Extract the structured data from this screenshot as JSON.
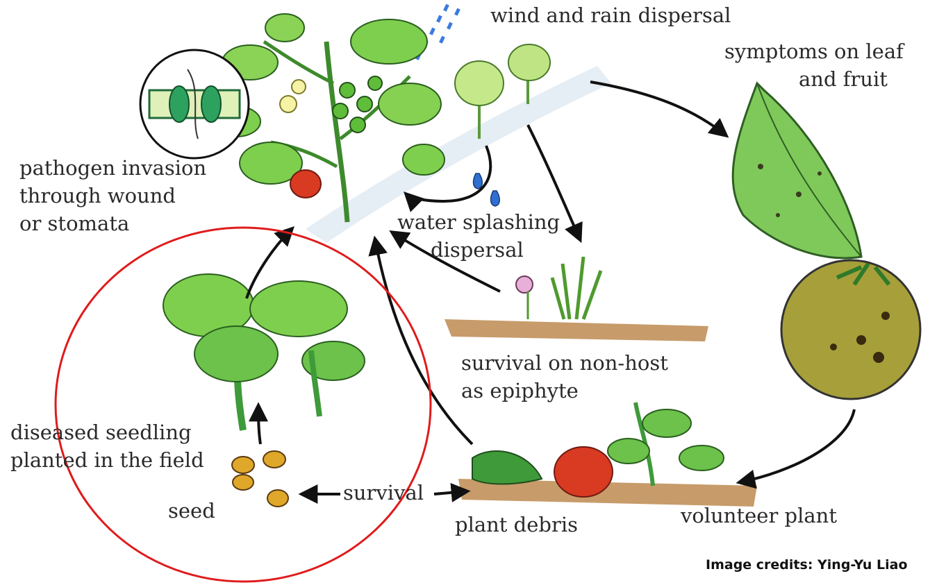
{
  "labels": {
    "wind_rain": "wind and rain dispersal",
    "symptoms_1": "symptoms on leaf",
    "symptoms_2": "and fruit",
    "pathogen_1": "pathogen invasion",
    "pathogen_2": "through wound",
    "pathogen_3": "or stomata",
    "water_1": "water splashing",
    "water_2": "dispersal",
    "nonhost_1": "survival on non-host",
    "nonhost_2": "as epiphyte",
    "seedling_1": "diseased seedling",
    "seedling_2": "planted in the field",
    "seed": "seed",
    "survival": "survival",
    "debris": "plant debris",
    "volunteer": "volunteer plant"
  },
  "credit": "Image credits: Ying-Yu Liao",
  "colors": {
    "highlight_circle": "#e01b1b",
    "leaf_green": "#6cc24a",
    "leaf_dark": "#2f7a2a",
    "fruit_red": "#d93a22",
    "fruit_olive": "#a7a03a",
    "seed_gold": "#e0a82a",
    "water_blue": "#2f6fd1",
    "soil_brown": "#b98a5a"
  }
}
